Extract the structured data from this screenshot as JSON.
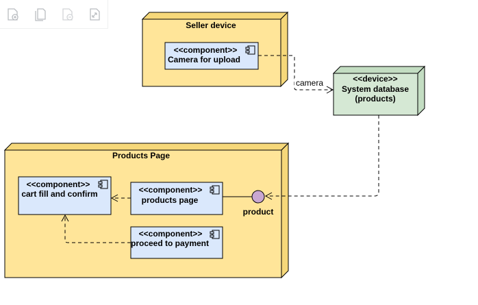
{
  "nodes": {
    "seller_device": {
      "title": "Seller device"
    },
    "products_page": {
      "title": "Products Page"
    },
    "system_database": {
      "stereotype": "<<device>>",
      "line1": "System database",
      "line2": "(products)"
    }
  },
  "components": {
    "camera": {
      "stereotype": "<<component>>",
      "name": "Camera for upload"
    },
    "cart": {
      "stereotype": "<<component>>",
      "name": "cart fill and confirm"
    },
    "products": {
      "stereotype": "<<component>>",
      "name": "products page"
    },
    "payment": {
      "stereotype": "<<component>>",
      "name": "proceed to payment"
    }
  },
  "interfaces": {
    "product": {
      "label": "product"
    }
  },
  "edges": {
    "camera": {
      "label": "camera"
    }
  },
  "colors": {
    "node_fill": "#ffe599",
    "node_side": "#f6d87a",
    "node_stroke": "#000000",
    "component_fill": "#dae8fc",
    "device_fill": "#d5e8d4",
    "interface_fill": "#c9a7d1",
    "toolbar_icon": "#b9bcc0"
  },
  "toolbar": {
    "icons": [
      "zoom-in-icon",
      "page-icon",
      "zoom-out-icon",
      "fit-icon"
    ]
  }
}
